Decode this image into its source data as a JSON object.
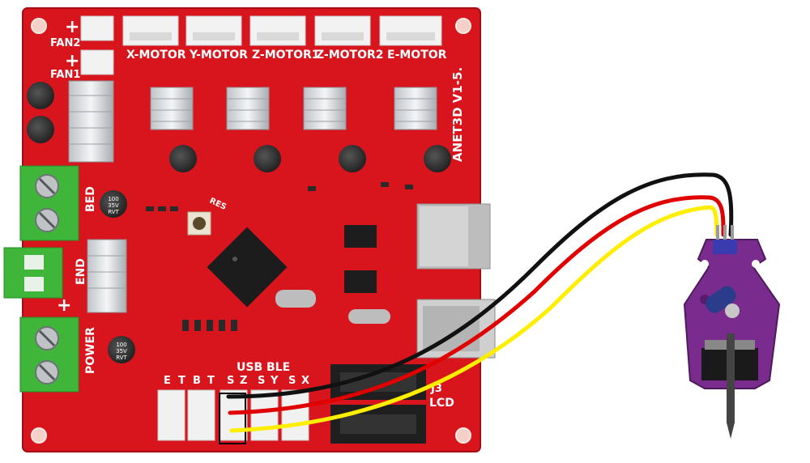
{
  "board": {
    "name": "ANET3D V1-5.",
    "silkscreen": {
      "fan1": "FAN1",
      "fan2": "FAN2",
      "x_motor": "X-MOTOR",
      "y_motor": "Y-MOTOR",
      "z_motor1": "Z-MOTOR1",
      "z_motor2": "Z-MOTOR2",
      "e_motor": "E-MOTOR",
      "bed": "BED",
      "end": "END",
      "power": "POWER",
      "plus": "+",
      "usb_ble": "USB BLE",
      "lcd": "LCD",
      "j3": "J3",
      "reset": "RES",
      "endstop_row": [
        "E",
        "T",
        "B",
        "T",
        "S",
        "Z",
        "S",
        "Y",
        "S",
        "X"
      ],
      "cap_label": [
        "100",
        "35V",
        "RVT"
      ]
    }
  },
  "colors": {
    "pcb": "#d8141c",
    "connector_green": "#3fb53a",
    "probe_purple": "#7a2c8e",
    "wire_black": "#111111",
    "wire_red": "#e00000",
    "wire_yellow": "#ffee00"
  }
}
